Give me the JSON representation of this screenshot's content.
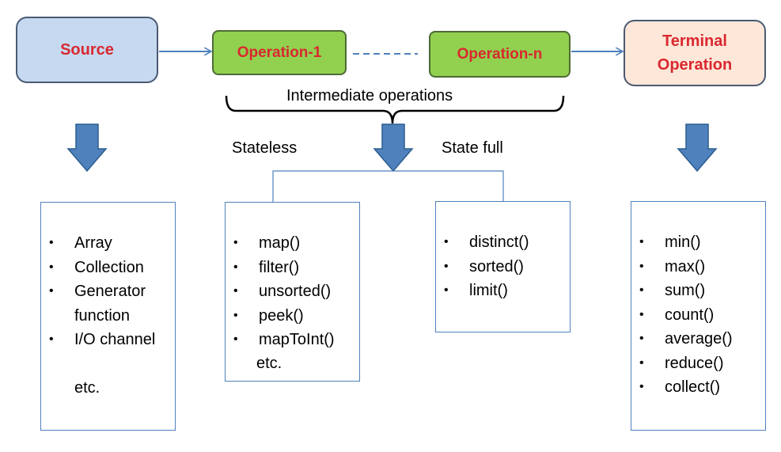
{
  "nodes": {
    "source": "Source",
    "operation_1": "Operation-1",
    "operation_n": "Operation-n",
    "terminal_line1": "Terminal",
    "terminal_line2": "Operation"
  },
  "labels": {
    "intermediate": "Intermediate operations",
    "stateless": "Stateless",
    "statefull": "State full"
  },
  "lists": {
    "source": {
      "items": [
        "Array",
        "Collection",
        "Generator function",
        "I/O channel"
      ],
      "footer": "etc."
    },
    "stateless": {
      "items": [
        "map()",
        "filter()",
        "unsorted()",
        "peek()",
        "mapToInt()"
      ],
      "footer": "etc."
    },
    "statefull": {
      "items": [
        "distinct()",
        "sorted()",
        "limit()"
      ]
    },
    "terminal": {
      "items": [
        "min()",
        "max()",
        "sum()",
        "count()",
        "average()",
        "reduce()",
        "collect()"
      ]
    }
  },
  "colors": {
    "source_fill": "#c6d9f1",
    "operation_fill": "#92d050",
    "terminal_fill": "#fde7d9",
    "node_text": "#d9282f",
    "arrow": "#4f81bd",
    "connector": "#4f81bd"
  }
}
